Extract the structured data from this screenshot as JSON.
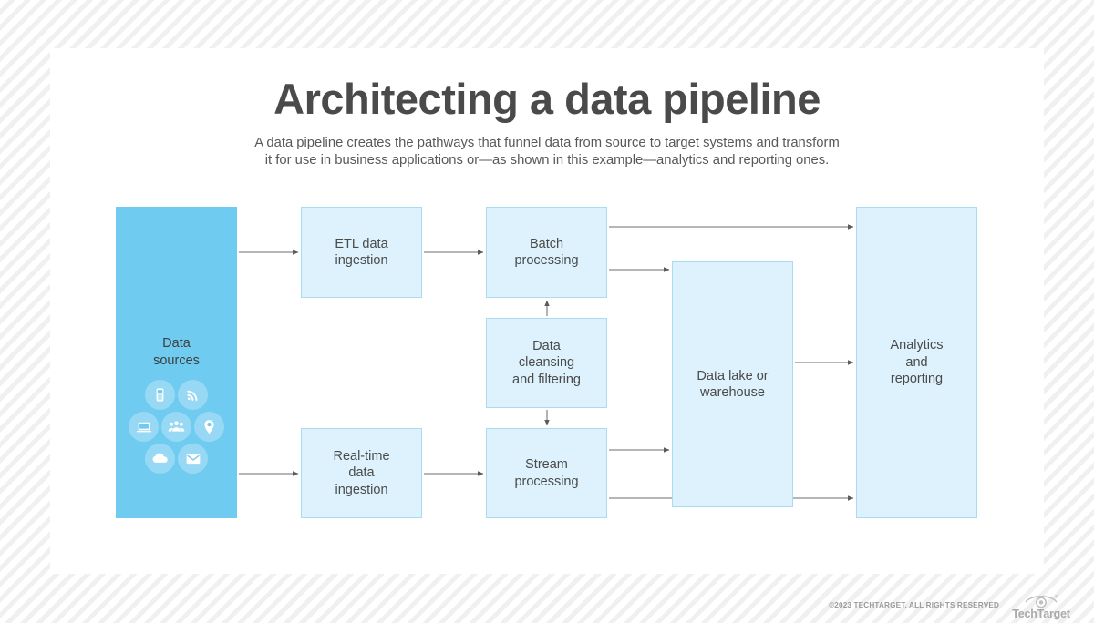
{
  "header": {
    "title": "Architecting a data pipeline",
    "subtitle_line1": "A data pipeline creates the pathways that funnel data from source to target systems and transform",
    "subtitle_line2": "it for use in business applications or—as shown in this example—analytics and reporting ones."
  },
  "diagram": {
    "type": "flowchart",
    "nodes": [
      {
        "id": "sources",
        "label": "Data\nsources",
        "kind": "source",
        "fill": "#6fcbf0"
      },
      {
        "id": "etl",
        "label": "ETL data\ningestion",
        "kind": "process",
        "fill": "#ddf2fc",
        "stroke": "#a9dcf1"
      },
      {
        "id": "realtime",
        "label": "Real-time\ndata\ningestion",
        "kind": "process",
        "fill": "#ddf2fc",
        "stroke": "#a9dcf1"
      },
      {
        "id": "batch",
        "label": "Batch\nprocessing",
        "kind": "process",
        "fill": "#ddf2fc",
        "stroke": "#a9dcf1"
      },
      {
        "id": "cleanse",
        "label": "Data\ncleansing\nand filtering",
        "kind": "process",
        "fill": "#ddf2fc",
        "stroke": "#a9dcf1"
      },
      {
        "id": "stream",
        "label": "Stream\nprocessing",
        "kind": "process",
        "fill": "#ddf2fc",
        "stroke": "#a9dcf1"
      },
      {
        "id": "lake",
        "label": "Data lake or\nwarehouse",
        "kind": "process",
        "fill": "#ddf2fc",
        "stroke": "#a9dcf1"
      },
      {
        "id": "report",
        "label": "Analytics\nand\nreporting",
        "kind": "process",
        "fill": "#ddf2fc",
        "stroke": "#a9dcf1"
      }
    ],
    "edges": [
      {
        "from": "sources",
        "to": "etl",
        "direction": "right"
      },
      {
        "from": "sources",
        "to": "realtime",
        "direction": "right"
      },
      {
        "from": "etl",
        "to": "batch",
        "direction": "right"
      },
      {
        "from": "realtime",
        "to": "stream",
        "direction": "right"
      },
      {
        "from": "cleanse",
        "to": "batch",
        "direction": "up"
      },
      {
        "from": "cleanse",
        "to": "stream",
        "direction": "down"
      },
      {
        "from": "batch",
        "to": "report",
        "direction": "right"
      },
      {
        "from": "batch",
        "to": "lake",
        "direction": "right"
      },
      {
        "from": "stream",
        "to": "lake",
        "direction": "right"
      },
      {
        "from": "stream",
        "to": "report",
        "direction": "right"
      },
      {
        "from": "lake",
        "to": "report",
        "direction": "right"
      }
    ],
    "edge_color": "#8a8a8a",
    "source_icons": [
      "mobile-phone-icon",
      "rss-signal-icon",
      "laptop-icon",
      "users-group-icon",
      "location-pin-icon",
      "cloud-icon",
      "email-envelope-icon"
    ]
  },
  "footer": {
    "copyright": "©2023 TECHTARGET. ALL RIGHTS RESERVED",
    "brand": "TechTarget",
    "logo_icon": "techtarget-eye-icon"
  }
}
